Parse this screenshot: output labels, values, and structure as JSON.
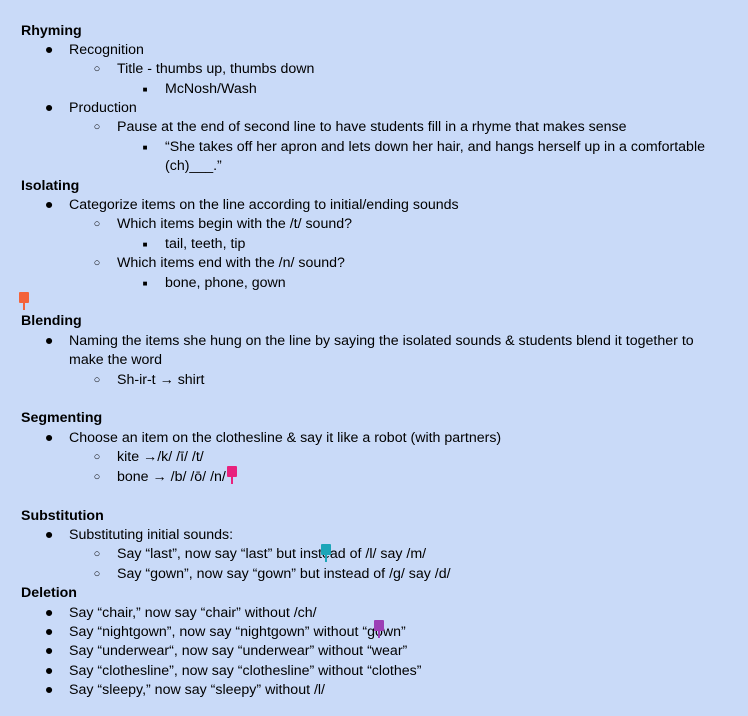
{
  "sections": {
    "rhyming": {
      "heading": "Rhyming",
      "recognition": "Recognition",
      "title_item": "Title - thumbs up, thumbs down",
      "mcnosh": "McNosh/Wash",
      "production": "Production",
      "pause": "Pause at the end of second line to have students fill in a rhyme that makes sense",
      "quote_line1": "“She takes off her apron and lets down her hair, and hangs herself up in a comfortable",
      "quote_line2": "(ch)___.”"
    },
    "isolating": {
      "heading": "Isolating",
      "categorize": "Categorize items on the line according to initial/ending sounds",
      "begin_q": "Which items begin with the /t/ sound?",
      "begin_a": "tail, teeth, tip",
      "end_q": "Which items end with the /n/ sound?",
      "end_a": "bone, phone, gown"
    },
    "blending": {
      "heading": "Blending",
      "naming_line1": "Naming the items she hung on the line by saying the isolated sounds & students blend it together to",
      "naming_line2": "make the word",
      "shirt": "Sh-ir-t → shirt"
    },
    "segmenting": {
      "heading": "Segmenting",
      "choose": "Choose an item on the clothesline & say it like a robot (with partners)",
      "kite": "kite →/k/ /ī/ /t/",
      "bone": "bone → /b/ /ō/ /n/"
    },
    "substitution": {
      "heading": "Substitution",
      "initial": "Substituting initial sounds:",
      "last": "Say “last”, now say “last” but instead of /l/ say /m/",
      "gown": "Say “gown”,  now say “gown” but instead of /g/ say /d/"
    },
    "deletion": {
      "heading": "Deletion",
      "chair": "Say “chair,” now say “chair” without /ch/",
      "nightgown": "Say “nightgown”, now say “nightgown” without “gown”",
      "underwear": "Say “underwear“, now say “underwear” without “wear”",
      "clothesline": "Say “clothesline”, now say “clothesline” without “clothes”",
      "sleepy": "Say “sleepy,” now say “sleepy” without /l/"
    }
  },
  "bullets": {
    "level1": "●",
    "level2": "○",
    "level3": "■"
  },
  "markers": {
    "orange": "#f4633a",
    "pink": "#e8217d",
    "teal": "#1ba5b8",
    "purple": "#9c3fb5"
  }
}
